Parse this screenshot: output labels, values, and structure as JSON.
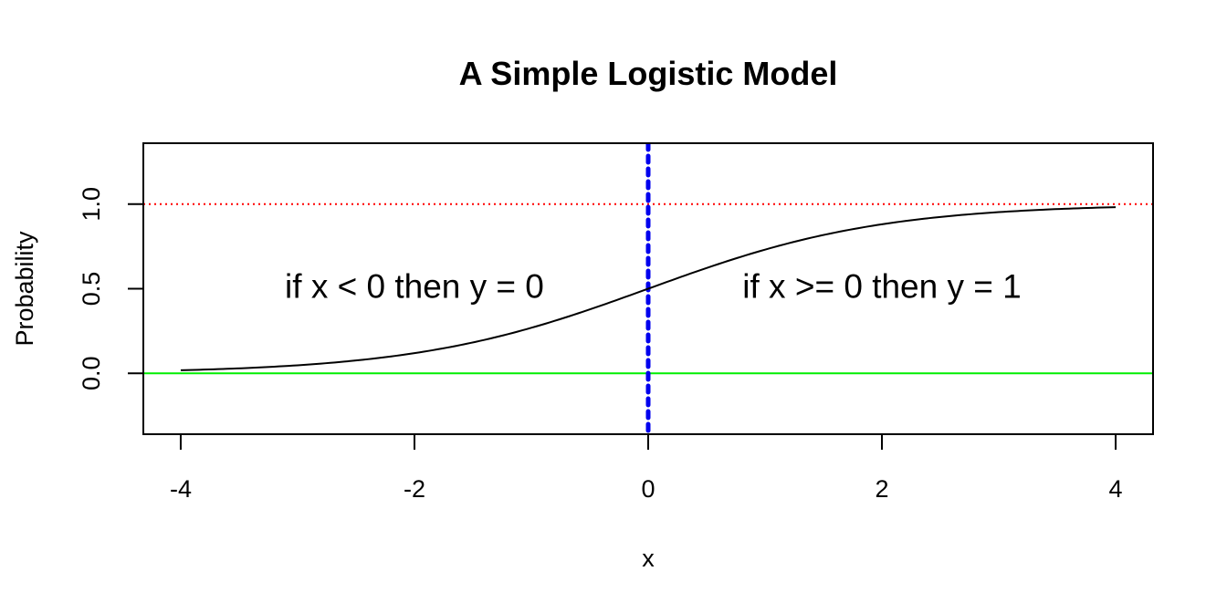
{
  "chart_data": {
    "type": "line",
    "title": "A Simple Logistic Model",
    "xlabel": "x",
    "ylabel": "Probability",
    "xlim": [
      -4.32,
      4.32
    ],
    "ylim": [
      -0.36,
      1.36
    ],
    "x_ticks": [
      -4,
      -2,
      0,
      2,
      4
    ],
    "x_tick_labels": [
      "-4",
      "-2",
      "0",
      "2",
      "4"
    ],
    "y_ticks": [
      0.0,
      0.5,
      1.0
    ],
    "y_tick_labels": [
      "0.0",
      "0.5",
      "1.0"
    ],
    "grid": false,
    "series": [
      {
        "function": "logistic",
        "color": "#000000",
        "x": [
          -4,
          -3.5,
          -3,
          -2.5,
          -2,
          -1.5,
          -1,
          -0.5,
          0,
          0.5,
          1,
          1.5,
          2,
          2.5,
          3,
          3.5,
          4
        ],
        "y": [
          0.018,
          0.029,
          0.047,
          0.076,
          0.119,
          0.182,
          0.269,
          0.378,
          0.5,
          0.622,
          0.731,
          0.818,
          0.881,
          0.924,
          0.953,
          0.971,
          0.982
        ]
      }
    ],
    "reference_lines": [
      {
        "orientation": "horizontal",
        "value": 1.0,
        "color": "#ff0000",
        "style": "dotted"
      },
      {
        "orientation": "horizontal",
        "value": 0.0,
        "color": "#00ee00",
        "style": "solid"
      },
      {
        "orientation": "vertical",
        "value": 0.0,
        "color": "#0000ee",
        "style": "dotted-thick"
      }
    ],
    "annotations": [
      {
        "text": "if x < 0 then y = 0",
        "x": -2,
        "y": 0.5
      },
      {
        "text": "if x >= 0 then y = 1",
        "x": 2,
        "y": 0.5
      }
    ]
  }
}
